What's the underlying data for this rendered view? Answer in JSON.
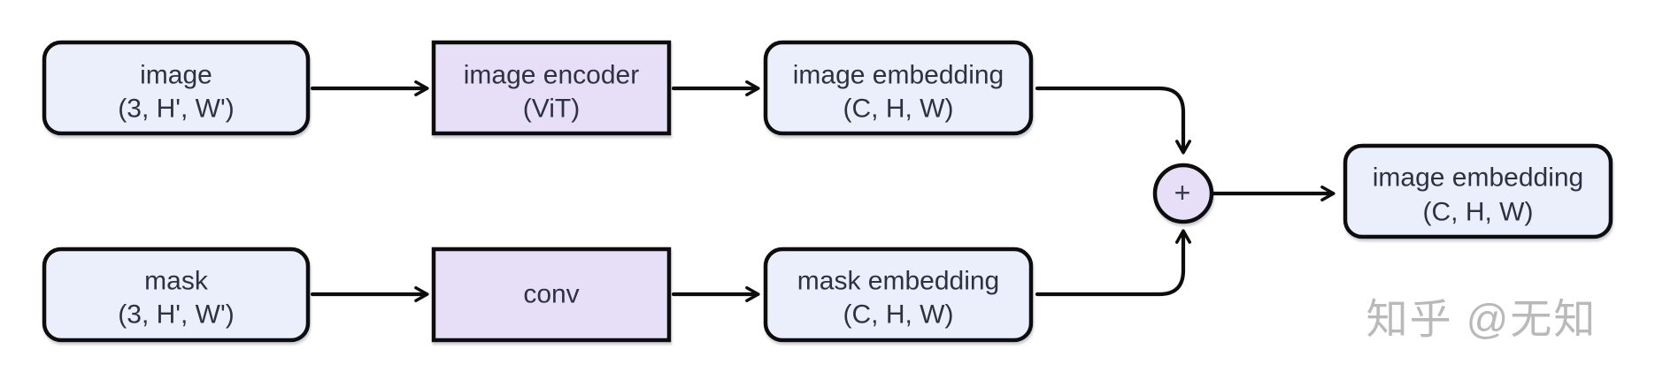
{
  "diagram": {
    "background_color": "#ffffff",
    "line_color": "#0d0d0d",
    "text_color": "#2f3240",
    "node_fill_blue": "#eaeffb",
    "node_fill_purple": "#e7dff8",
    "nodes": {
      "image_input": {
        "line1": "image",
        "line2": "(3, H', W')"
      },
      "image_encoder": {
        "line1": "image encoder",
        "line2": "(ViT)"
      },
      "image_embedding": {
        "line1": "image embedding",
        "line2": "(C, H, W)"
      },
      "mask_input": {
        "line1": "mask",
        "line2": "(3, H', W')"
      },
      "conv": {
        "line1": "conv"
      },
      "mask_embedding": {
        "line1": "mask embedding",
        "line2": "(C, H, W)"
      },
      "output_embedding": {
        "line1": "image embedding",
        "line2": "(C, H, W)"
      }
    },
    "operator": {
      "symbol": "+"
    },
    "watermark": {
      "text": "知乎 @无知",
      "color": "#b9b9b9"
    }
  }
}
